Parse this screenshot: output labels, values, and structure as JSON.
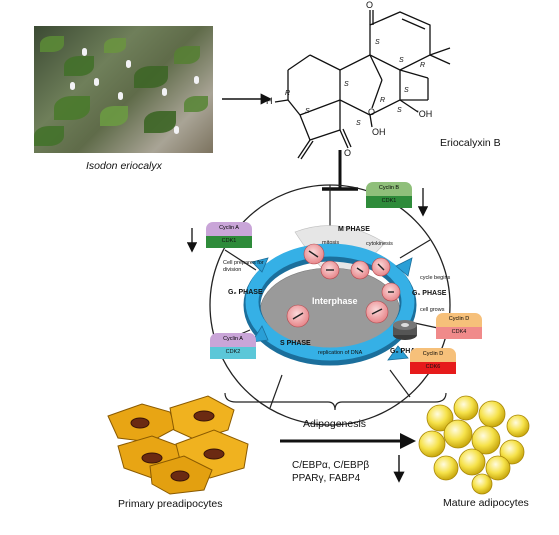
{
  "plant": {
    "caption": "Isodon eriocalyx"
  },
  "compound": {
    "name": "Eriocalyxin B",
    "stereo_labels": [
      "S",
      "S",
      "R",
      "R",
      "S",
      "S",
      "S",
      "R",
      "S",
      "S"
    ],
    "atom_labels": {
      "hydrogen": "H",
      "oxygen": "O",
      "hydroxyl1": "OH",
      "hydroxyl2": "'OH",
      "ketone_o": "O"
    }
  },
  "cell_cycle": {
    "center_label": "Interphase",
    "phases": {
      "m": "M PHASE",
      "g1": "G₁ PHASE",
      "g0": "G₀ PHASE",
      "s": "S PHASE",
      "g2": "G₂ PHASE"
    },
    "notes": {
      "mitosis": "mitosis",
      "cytokinesis": "cytokinesis",
      "cycle_begins": "cycle begins",
      "cell_grows": "cell grows",
      "replication": "replication of DNA",
      "prepares": "Cell prepares for division"
    },
    "cyclins": [
      {
        "id": "b",
        "cyclin": "Cyclin B",
        "cdk": "CDK1",
        "top": "#8fbf7a",
        "bottom": "#2e8b3a"
      },
      {
        "id": "a1",
        "cyclin": "Cyclin A",
        "cdk": "CDK1",
        "top": "#c9a5d8",
        "bottom": "#2e8b3a"
      },
      {
        "id": "a2",
        "cyclin": "Cyclin A",
        "cdk": "CDK2",
        "top": "#c9a5d8",
        "bottom": "#5bc7d8"
      },
      {
        "id": "d1",
        "cyclin": "Cyclin D",
        "cdk": "CDK4",
        "top": "#f6c07a",
        "bottom": "#f08a8a"
      },
      {
        "id": "d2",
        "cyclin": "Cyclin D",
        "cdk": "CDK6",
        "top": "#f6c07a",
        "bottom": "#e61b1b"
      }
    ]
  },
  "adipogenesis": {
    "label": "Adipogenesis",
    "factors_line1": "C/EBPα, C/EBPβ",
    "factors_line2": "PPARγ, FABP4",
    "left_caption": "Primary preadipocytes",
    "right_caption": "Mature adipocytes"
  },
  "colors": {
    "ring": "#2a9fd6",
    "ring_dark": "#1b6f9c",
    "preadipocyte": "#e8a514",
    "nucleus": "#6b2a12",
    "adipocyte": "#f3df3a"
  }
}
